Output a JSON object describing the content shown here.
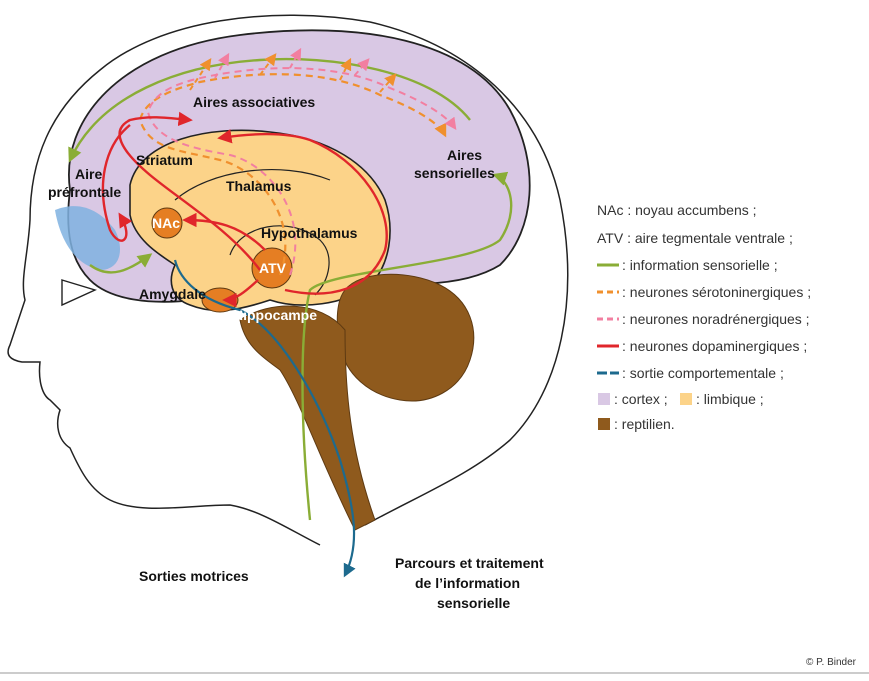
{
  "colors": {
    "cortex": "#d9c8e4",
    "limbic": "#fcd389",
    "reptilian": "#8f5a1d",
    "sensory": "#8aad36",
    "serotonin": "#f0902e",
    "noradrenaline": "#f27fa0",
    "dopamine": "#e0262b",
    "behavior": "#1d6a8e",
    "prefrontal_blue": "#7fb2e0",
    "nac_fill": "#e57e23"
  },
  "labels": {
    "aires_associatives": "Aires associatives",
    "aire": "Aire",
    "prefrontale": "préfrontale",
    "striatum": "Striatum",
    "thalamus": "Thalamus",
    "aires": "Aires",
    "sensorielles": "sensorielles",
    "nac": "NAc",
    "hypothalamus": "Hypothalamus",
    "atv": "ATV",
    "amygdale": "Amygdale",
    "hippocampe": "Hippocampe",
    "sorties_motrices": "Sorties motrices",
    "parcours_1": "Parcours et traitement",
    "parcours_2": "de l’information",
    "parcours_3": "sensorielle"
  },
  "legend": {
    "nac": "NAc : noyau accumbens ;",
    "atv": "ATV : aire tegmentale ventrale ;",
    "sensory": ": information sensorielle ;",
    "serotonin": ": neurones sérotoninergiques ;",
    "noradrenaline": ": neurones noradrénergiques ;",
    "dopamine": ": neurones dopaminergiques ;",
    "behavior": ": sortie comportementale ;",
    "cortex": ": cortex ;",
    "limbic": ": limbique ;",
    "reptilian": ": reptilien."
  },
  "copyright": "© P. Binder"
}
